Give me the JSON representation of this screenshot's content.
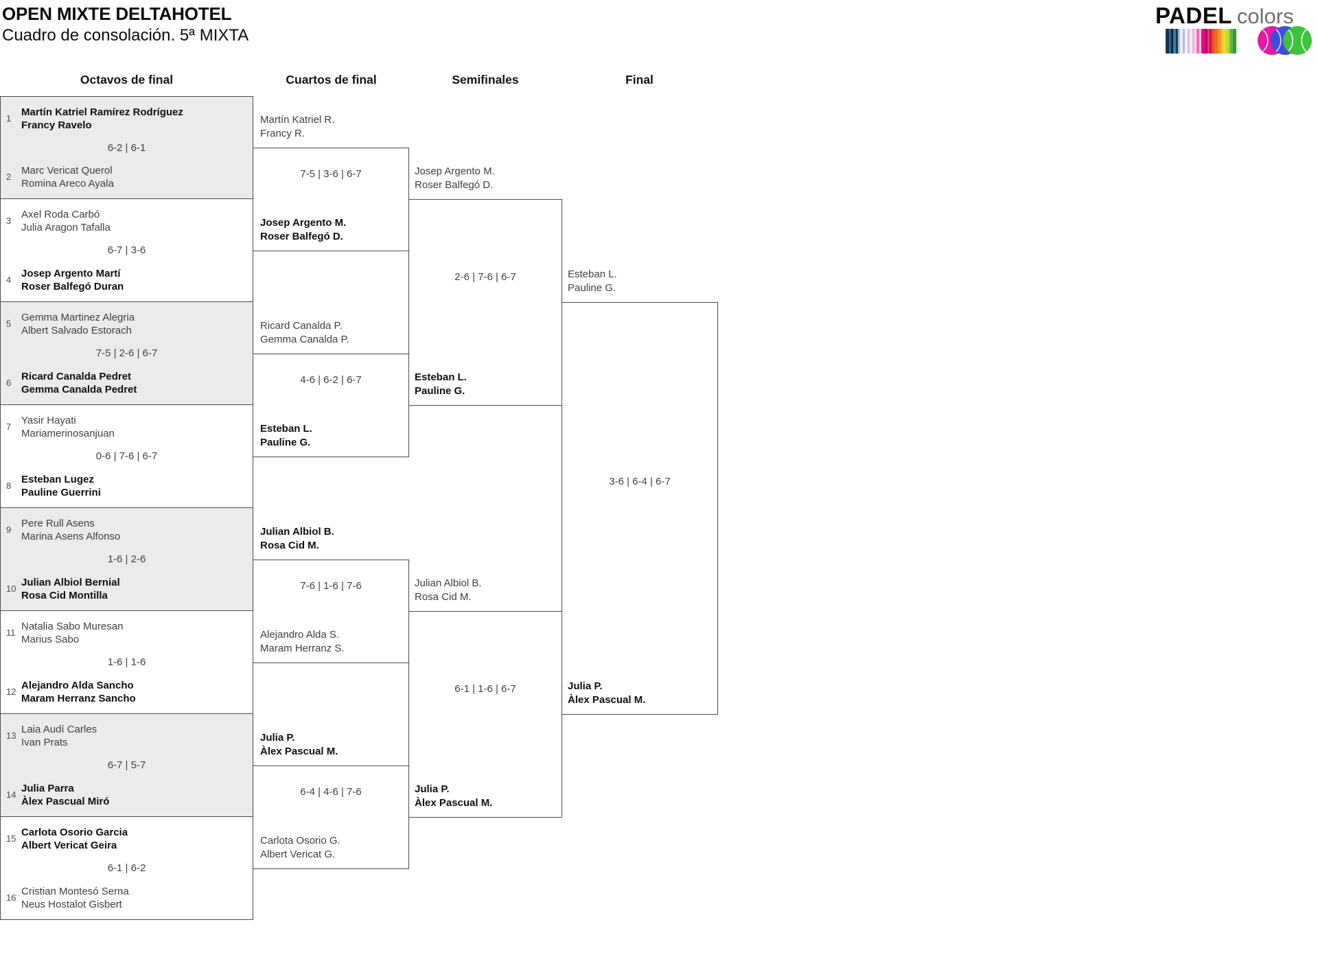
{
  "page": {
    "title": "OPEN MIXTE DELTAHOTEL",
    "subtitle": "Cuadro de consolación. 5ª MIXTA"
  },
  "logo": {
    "brand": "PADEL",
    "sub": "colors",
    "ball_colors": [
      "#e01ba8",
      "#3d4ed8",
      "#3fc23c"
    ],
    "strip": [
      {
        "c": "#14324e",
        "w": 5
      },
      {
        "c": "#2a6e95",
        "w": 3
      },
      {
        "c": "#0b2338",
        "w": 3
      },
      {
        "c": "#35819f",
        "w": 4
      },
      {
        "c": "#173c5e",
        "w": 3
      },
      {
        "c": "#aebcdd",
        "w": 3
      },
      {
        "c": "#eceef8",
        "w": 4
      },
      {
        "c": "#b4bfe8",
        "w": 3
      },
      {
        "c": "#f5f2fb",
        "w": 4
      },
      {
        "c": "#cdbfe4",
        "w": 3
      },
      {
        "c": "#f7e9f4",
        "w": 4
      },
      {
        "c": "#efb3d7",
        "w": 3
      },
      {
        "c": "#fadcee",
        "w": 3
      },
      {
        "c": "#ec6eb1",
        "w": 4
      },
      {
        "c": "#f8c3e0",
        "w": 3
      },
      {
        "c": "#e50c8a",
        "w": 5
      },
      {
        "c": "#c10062",
        "w": 4
      },
      {
        "c": "#e23a68",
        "w": 3
      },
      {
        "c": "#bf1350",
        "w": 3
      },
      {
        "c": "#ed4b2c",
        "w": 4
      },
      {
        "c": "#f26a21",
        "w": 5
      },
      {
        "c": "#f6921e",
        "w": 4
      },
      {
        "c": "#fbb03b",
        "w": 3
      },
      {
        "c": "#eede32",
        "w": 4
      },
      {
        "c": "#ccdb29",
        "w": 4
      },
      {
        "c": "#a0ce3a",
        "w": 3
      },
      {
        "c": "#5fb23f",
        "w": 4
      },
      {
        "c": "#2e9e40",
        "w": 5
      }
    ]
  },
  "style": {
    "shade": "#ebebeb",
    "line": "#4a4a4a"
  },
  "rounds": {
    "r16": "Octavos de final",
    "qf": "Cuartos de final",
    "sf": "Semifinales",
    "f": "Final"
  },
  "r16": [
    {
      "shaded": true,
      "score": "6-2 | 6-1",
      "top": {
        "seed": "1",
        "winner": true,
        "lines": [
          "Martín Katriel Ramírez Rodríguez",
          "Francy Ravelo"
        ]
      },
      "bottom": {
        "seed": "2",
        "winner": false,
        "lines": [
          "Marc Vericat Querol",
          "Romina Areco Ayala"
        ]
      }
    },
    {
      "shaded": false,
      "score": "6-7 | 3-6",
      "top": {
        "seed": "3",
        "winner": false,
        "lines": [
          "Axel Roda Carbó",
          "Julia Aragon Tafalla"
        ]
      },
      "bottom": {
        "seed": "4",
        "winner": true,
        "lines": [
          "Josep Argento Martí",
          "Roser Balfegó Duran"
        ]
      }
    },
    {
      "shaded": true,
      "score": "7-5 | 2-6 | 6-7",
      "top": {
        "seed": "5",
        "winner": false,
        "lines": [
          "Gemma Martinez Alegria",
          "Albert Salvado Estorach"
        ]
      },
      "bottom": {
        "seed": "6",
        "winner": true,
        "lines": [
          "Ricard Canalda Pedret",
          "Gemma Canalda Pedret"
        ]
      }
    },
    {
      "shaded": false,
      "score": "0-6 | 7-6 | 6-7",
      "top": {
        "seed": "7",
        "winner": false,
        "lines": [
          "Yasir Hayati",
          "Mariamerinosanjuan"
        ]
      },
      "bottom": {
        "seed": "8",
        "winner": true,
        "lines": [
          "Esteban Lugez",
          "Pauline Guerrini"
        ]
      }
    },
    {
      "shaded": true,
      "score": "1-6 | 2-6",
      "top": {
        "seed": "9",
        "winner": false,
        "lines": [
          "Pere Rull Asens",
          "Marina Asens Alfonso"
        ]
      },
      "bottom": {
        "seed": "10",
        "winner": true,
        "lines": [
          "Julian Albiol Bernial",
          "Rosa Cid Montilla"
        ]
      }
    },
    {
      "shaded": false,
      "score": "1-6 | 1-6",
      "top": {
        "seed": "11",
        "winner": false,
        "lines": [
          "Natalia Sabo Muresan",
          "Marius Sabo"
        ]
      },
      "bottom": {
        "seed": "12",
        "winner": true,
        "lines": [
          "Alejandro Alda Sancho",
          "Maram Herranz Sancho"
        ]
      }
    },
    {
      "shaded": true,
      "score": "6-7 | 5-7",
      "top": {
        "seed": "13",
        "winner": false,
        "lines": [
          "Laia Audí Carles",
          "Ivan Prats"
        ]
      },
      "bottom": {
        "seed": "14",
        "winner": true,
        "lines": [
          "Julia Parra",
          "Àlex Pascual Miró"
        ]
      }
    },
    {
      "shaded": false,
      "score": "6-1 | 6-2",
      "top": {
        "seed": "15",
        "winner": true,
        "lines": [
          "Carlota Osorio Garcia",
          "Albert Vericat Geira"
        ]
      },
      "bottom": {
        "seed": "16",
        "winner": false,
        "lines": [
          "Cristian Montesó Serna",
          "Neus Hostalot Gisbert"
        ]
      }
    }
  ],
  "qf": [
    {
      "score": "7-5 | 3-6 | 6-7",
      "top": {
        "winner": false,
        "lines": [
          "Martín Katriel R.",
          "Francy R."
        ]
      },
      "bottom": {
        "winner": true,
        "lines": [
          "Josep Argento M.",
          "Roser Balfegó D."
        ]
      }
    },
    {
      "score": "4-6 | 6-2 | 6-7",
      "top": {
        "winner": false,
        "lines": [
          "Ricard Canalda P.",
          "Gemma Canalda P."
        ]
      },
      "bottom": {
        "winner": true,
        "lines": [
          "Esteban L.",
          "Pauline G."
        ]
      }
    },
    {
      "score": "7-6 | 1-6 | 7-6",
      "top": {
        "winner": true,
        "lines": [
          "Julian Albiol B.",
          "Rosa Cid M."
        ]
      },
      "bottom": {
        "winner": false,
        "lines": [
          "Alejandro Alda S.",
          "Maram Herranz S."
        ]
      }
    },
    {
      "score": "6-4 | 4-6 | 7-6",
      "top": {
        "winner": true,
        "lines": [
          "Julia P.",
          "Àlex Pascual M."
        ]
      },
      "bottom": {
        "winner": false,
        "lines": [
          "Carlota Osorio G.",
          "Albert Vericat G."
        ]
      }
    }
  ],
  "sf": [
    {
      "score": "2-6 | 7-6 | 6-7",
      "top": {
        "winner": false,
        "lines": [
          "Josep Argento M.",
          "Roser Balfegó D."
        ]
      },
      "bottom": {
        "winner": true,
        "lines": [
          "Esteban L.",
          "Pauline G."
        ]
      }
    },
    {
      "score": "6-1 | 1-6 | 6-7",
      "top": {
        "winner": false,
        "lines": [
          "Julian Albiol B.",
          "Rosa Cid M."
        ]
      },
      "bottom": {
        "winner": true,
        "lines": [
          "Julia P.",
          "Àlex Pascual M."
        ]
      }
    }
  ],
  "final": {
    "score": "3-6 | 6-4 | 6-7",
    "top": {
      "winner": false,
      "lines": [
        "Esteban L.",
        "Pauline G."
      ]
    },
    "bottom": {
      "winner": true,
      "lines": [
        "Julia P.",
        "Àlex Pascual M."
      ]
    }
  }
}
